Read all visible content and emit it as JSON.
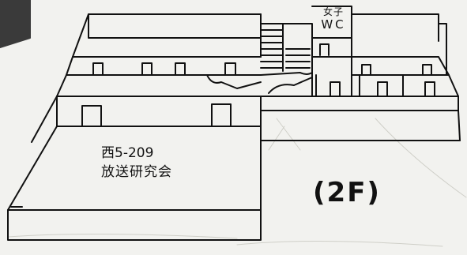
{
  "labels": {
    "restroom_line1": "女子",
    "restroom_line2": "WC",
    "room_number": "西5-209",
    "room_name": "放送研究会",
    "floor": "(2F)"
  },
  "colors": {
    "background": "#f2f2ef",
    "line": "#111111",
    "corner_tab": "#3a3a3a"
  }
}
